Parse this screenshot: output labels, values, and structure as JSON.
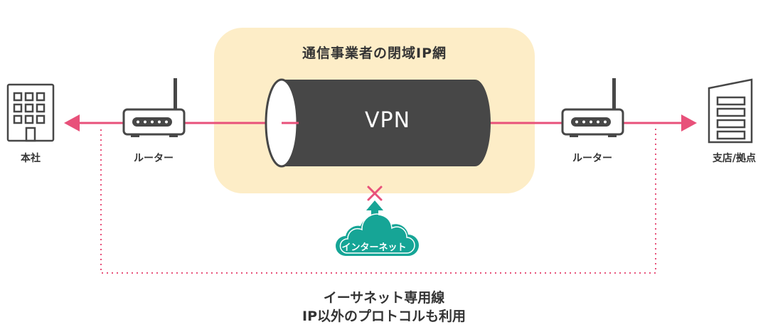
{
  "title": "通信事業者の閉域IP網",
  "tunnel_label": "VPN",
  "left": {
    "building_label": "本社",
    "router_label": "ルーター"
  },
  "right": {
    "building_label": "支店/拠点",
    "router_label": "ルーター"
  },
  "internet_label": "インターネット",
  "bottom": {
    "line1": "イーサネット専用線",
    "line2": "IP以外のプロトコルも利用"
  },
  "colors": {
    "line": "#e8517a",
    "closed_network_bg": "#fdedc7",
    "tunnel": "#474747",
    "cloud": "#16a596",
    "block_mark": "#e8517a"
  }
}
